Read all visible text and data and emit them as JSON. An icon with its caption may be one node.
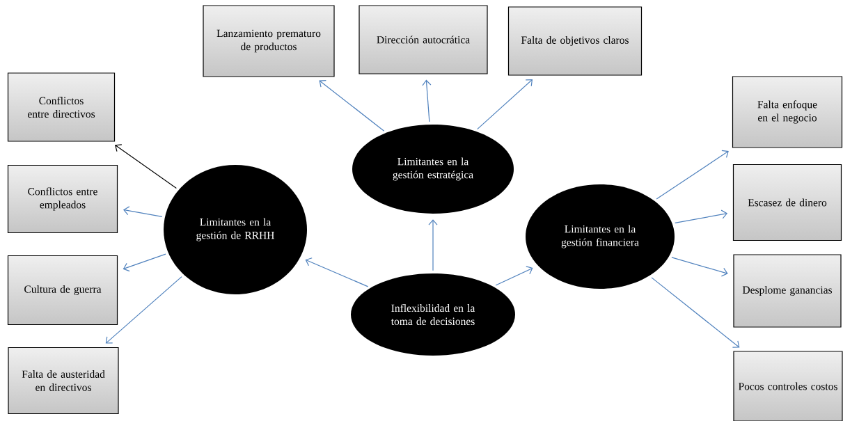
{
  "diagram": {
    "nodes": [
      {
        "text": [
          "Inflexibilidad en la toma de decisiones"
        ]
      },
      {
        "text": [
          "Limitantes en la gestión estratégica"
        ]
      },
      {
        "text": [
          "Limitantes en la gestión de RRHH"
        ]
      },
      {
        "text": [
          "Limitantes en la gestión financiera"
        ]
      },
      {
        "text": [
          "Lanzamiento prematuro de productos"
        ]
      },
      {
        "text": [
          "Dirección autocrática"
        ]
      },
      {
        "text": [
          "Falta de objetivos claros"
        ]
      },
      {
        "text": [
          "Conflictos entre directivos"
        ]
      },
      {
        "text": [
          "Conflictos entre empleados"
        ]
      },
      {
        "text": [
          "Cultura de guerra"
        ]
      },
      {
        "text": [
          "Falta de austeridad en directivos"
        ]
      },
      {
        "text": [
          "Falta enfoque en el negocio"
        ]
      },
      {
        "text": [
          "Escasez de dinero"
        ]
      },
      {
        "text": [
          "Desplome ganancias"
        ]
      },
      {
        "text": [
          "Pocos controles costos"
        ]
      }
    ],
    "edges": [
      {
        "from": 0,
        "to": 1,
        "arrow": "to"
      },
      {
        "from": 0,
        "to": 2,
        "arrow": "to"
      },
      {
        "from": 0,
        "to": 3,
        "arrow": "to"
      },
      {
        "from": 1,
        "to": 4,
        "arrow": "to"
      },
      {
        "from": 1,
        "to": 5,
        "arrow": "to"
      },
      {
        "from": 1,
        "to": 6,
        "arrow": "to"
      },
      {
        "from": 2,
        "to": 7,
        "arrow": "to",
        "color": "#000000"
      },
      {
        "from": 2,
        "to": 8,
        "arrow": "to"
      },
      {
        "from": 2,
        "to": 9,
        "arrow": "to"
      },
      {
        "from": 2,
        "to": 10,
        "arrow": "to"
      },
      {
        "from": 3,
        "to": 11,
        "arrow": "to"
      },
      {
        "from": 3,
        "to": 12,
        "arrow": "to"
      },
      {
        "from": 3,
        "to": 13,
        "arrow": "to"
      },
      {
        "from": 3,
        "to": 14,
        "arrow": "to"
      }
    ]
  }
}
